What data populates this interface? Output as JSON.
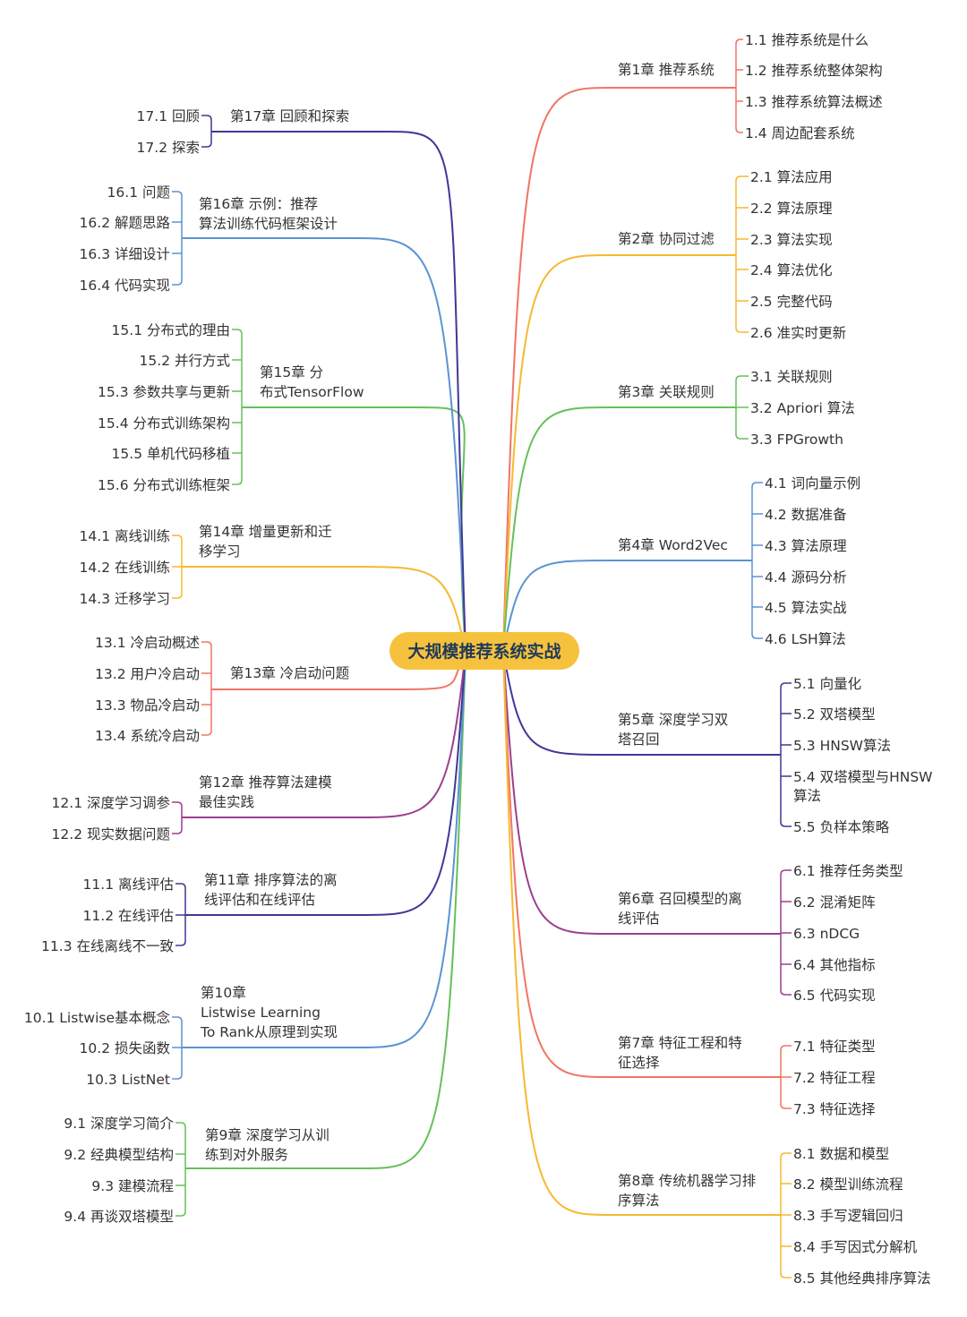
{
  "root": {
    "label": "大规模推荐系统实战",
    "color": "#f6c23e"
  },
  "chapters": [
    {
      "title": "第1章 推荐系统",
      "color": "#f07565",
      "children": [
        "1.1 推荐系统是什么",
        "1.2 推荐系统整体架构",
        "1.3 推荐系统算法概述",
        "1.4 周边配套系统"
      ]
    },
    {
      "title": "第2章 协同过滤",
      "color": "#f6b930",
      "children": [
        "2.1 算法应用",
        "2.2 算法原理",
        "2.3 算法实现",
        "2.4 算法优化",
        "2.5 完整代码",
        "2.6 准实时更新"
      ]
    },
    {
      "title": "第3章 关联规则",
      "color": "#66c05a",
      "children": [
        "3.1 关联规则",
        "3.2 Apriori 算法",
        "3.3 FPGrowth"
      ]
    },
    {
      "title": "第4章 Word2Vec",
      "color": "#5b93d3",
      "children": [
        "4.1 词向量示例",
        "4.2 数据准备",
        "4.3 算法原理",
        "4.4 源码分析",
        "4.5 算法实战",
        "4.6 LSH算法"
      ]
    },
    {
      "title": "第5章 深度学习双塔召回",
      "color": "#3f3896",
      "children": [
        "5.1 向量化",
        "5.2 双塔模型",
        "5.3 HNSW算法",
        "5.4 双塔模型与HNSW算法",
        "5.5 负样本策略"
      ]
    },
    {
      "title": "第6章 召回模型的离线评估",
      "color": "#9b3f8e",
      "children": [
        "6.1 推荐任务类型",
        "6.2 混淆矩阵",
        "6.3 nDCG",
        "6.4 其他指标",
        "6.5 代码实现"
      ]
    },
    {
      "title": "第7章 特征工程和特征选择",
      "color": "#f07565",
      "children": [
        "7.1 特征类型",
        "7.2 特征工程",
        "7.3 特征选择"
      ]
    },
    {
      "title": "第8章 传统机器学习排序算法",
      "color": "#f6b930",
      "children": [
        "8.1 数据和模型",
        "8.2 模型训练流程",
        "8.3 手写逻辑回归",
        "8.4 手写因式分解机",
        "8.5 其他经典排序算法"
      ]
    },
    {
      "title": "第9章 深度学习从训练到对外服务",
      "color": "#66c05a",
      "children": [
        "9.1 深度学习简介",
        "9.2 经典模型结构",
        "9.3 建模流程",
        "9.4 再谈双塔模型"
      ]
    },
    {
      "title": "第10章 Listwise Learning To Rank从原理到实现",
      "color": "#5b93d3",
      "children": [
        "10.1 Listwise基本概念",
        "10.2 损失函数",
        "10.3 ListNet"
      ]
    },
    {
      "title": "第11章 排序算法的离线评估和在线评估",
      "color": "#3f3896",
      "children": [
        "11.1 离线评估",
        "11.2 在线评估",
        "11.3 在线离线不一致"
      ]
    },
    {
      "title": "第12章 推荐算法建模最佳实践",
      "color": "#9b3f8e",
      "children": [
        "12.1 深度学习调参",
        "12.2 现实数据问题"
      ]
    },
    {
      "title": "第13章 冷启动问题",
      "color": "#f07565",
      "children": [
        "13.1 冷启动概述",
        "13.2 用户冷启动",
        "13.3 物品冷启动",
        "13.4 系统冷启动"
      ]
    },
    {
      "title": "第14章 增量更新和迁移学习",
      "color": "#f6b930",
      "children": [
        "14.1 离线训练",
        "14.2 在线训练",
        "14.3 迁移学习"
      ]
    },
    {
      "title": "第15章 分布式TensorFlow",
      "color": "#66c05a",
      "children": [
        "15.1 分布式的理由",
        "15.2 并行方式",
        "15.3 参数共享与更新",
        "15.4 分布式训练架构",
        "15.5 单机代码移植",
        "15.6 分布式训练框架"
      ]
    },
    {
      "title": "第16章 示例：推荐算法训练代码框架设计",
      "color": "#5b93d3",
      "children": [
        "16.1 问题",
        "16.2 解题思路",
        "16.3 详细设计",
        "16.4 代码实现"
      ]
    },
    {
      "title": "第17章 回顾和探索",
      "color": "#3f3896",
      "children": [
        "17.1 回顾",
        "17.2 探索"
      ]
    }
  ]
}
